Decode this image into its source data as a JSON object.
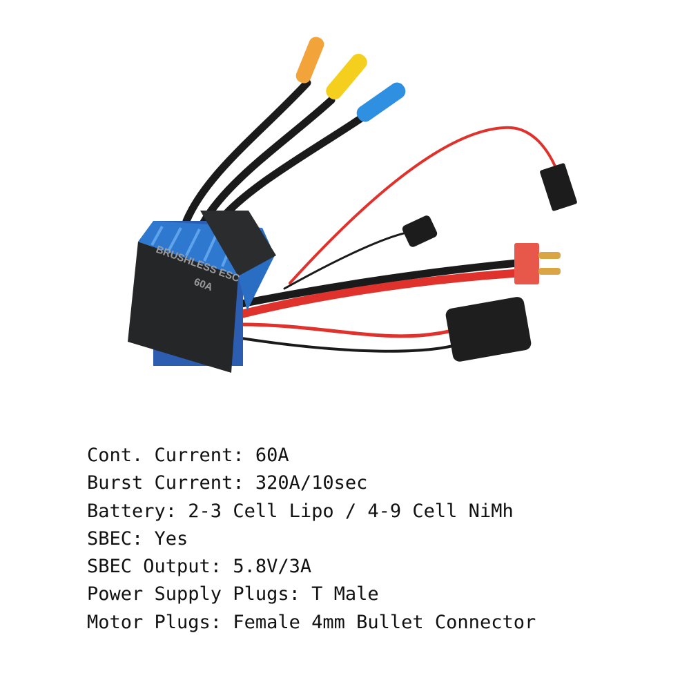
{
  "product": {
    "case_label_line1": "BRUSHLESS ESC",
    "case_label_line2": "60A",
    "colors": {
      "heatsink": "#2f78d0",
      "case": "#252628",
      "wire_red": "#e0322c",
      "wire_black": "#1a1a1a",
      "bullet_orange": "#f2a33a",
      "bullet_yellow": "#f5cf1d",
      "bullet_blue": "#2f8fe0",
      "t_plug": "#e8584a",
      "pcb": "#2d5db0"
    }
  },
  "specs": [
    "Cont. Current: 60A",
    "Burst Current: 320A/10sec",
    "Battery: 2-3 Cell Lipo / 4-9 Cell NiMh",
    "SBEC: Yes",
    "SBEC Output: 5.8V/3A",
    "Power Supply Plugs: T Male",
    "Motor Plugs: Female 4mm Bullet Connector"
  ]
}
